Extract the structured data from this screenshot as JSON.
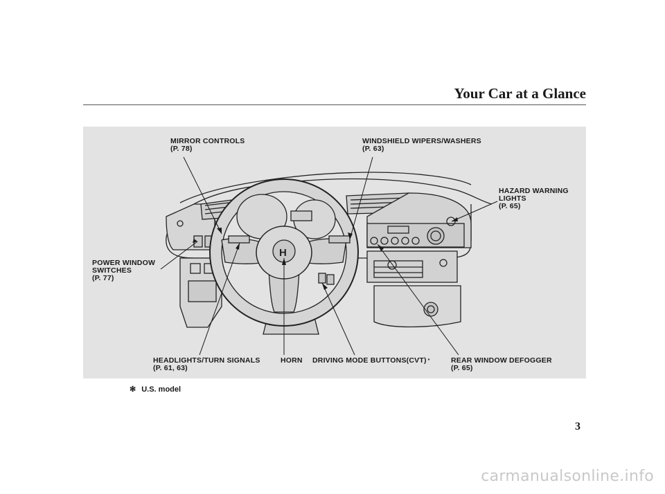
{
  "header": {
    "title": "Your Car at a Glance"
  },
  "callouts": {
    "mirror_controls": {
      "name": "MIRROR CONTROLS",
      "page": "(P. 78)"
    },
    "windshield_wipers": {
      "name": "WINDSHIELD WIPERS/WASHERS",
      "page": "(P. 63)"
    },
    "hazard_lights": {
      "line1": "HAZARD WARNING",
      "line2": "LIGHTS",
      "page": "(P. 65)"
    },
    "power_window": {
      "line1": "POWER WINDOW",
      "line2": "SWITCHES",
      "page": "(P. 77)"
    },
    "headlights": {
      "name": "HEADLIGHTS/TURN SIGNALS",
      "page": "(P. 61, 63)"
    },
    "horn": {
      "name": "HORN"
    },
    "driving_mode": {
      "name": "DRIVING MODE BUTTONS(CVT)",
      "mark": "*"
    },
    "rear_defogger": {
      "name": "REAR WINDOW DEFOGGER",
      "page": "(P. 65)"
    }
  },
  "footnote": {
    "symbol": "✻",
    "text": "U.S. model"
  },
  "page_number": "3",
  "watermark": "carmanualsonline.info"
}
